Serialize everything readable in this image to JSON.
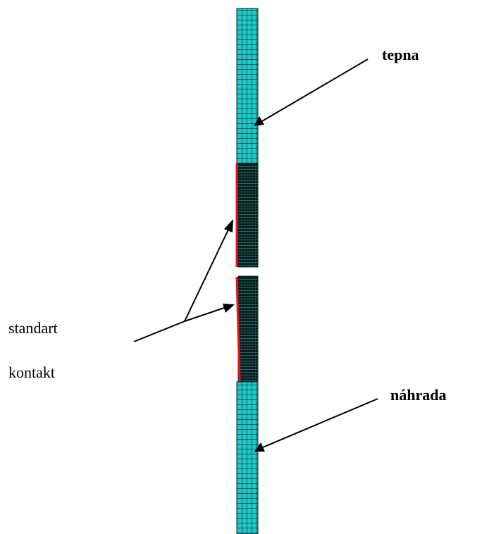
{
  "labels": {
    "tepna": "tepna",
    "nahrada": "náhrada",
    "standart": "standart",
    "kontakt": "kontakt"
  },
  "colors": {
    "mesh_fill": "#1FC7C7",
    "mesh_line": "#0A2A2A",
    "contact_zone_fill": "#0D1A1A",
    "contact_zone_line": "#35E0E0",
    "contact_line": "#E8141B",
    "arrow": "#000000",
    "background": "#FFFFFF"
  },
  "icons": {
    "arrowhead": "filled-triangle-arrowhead"
  }
}
